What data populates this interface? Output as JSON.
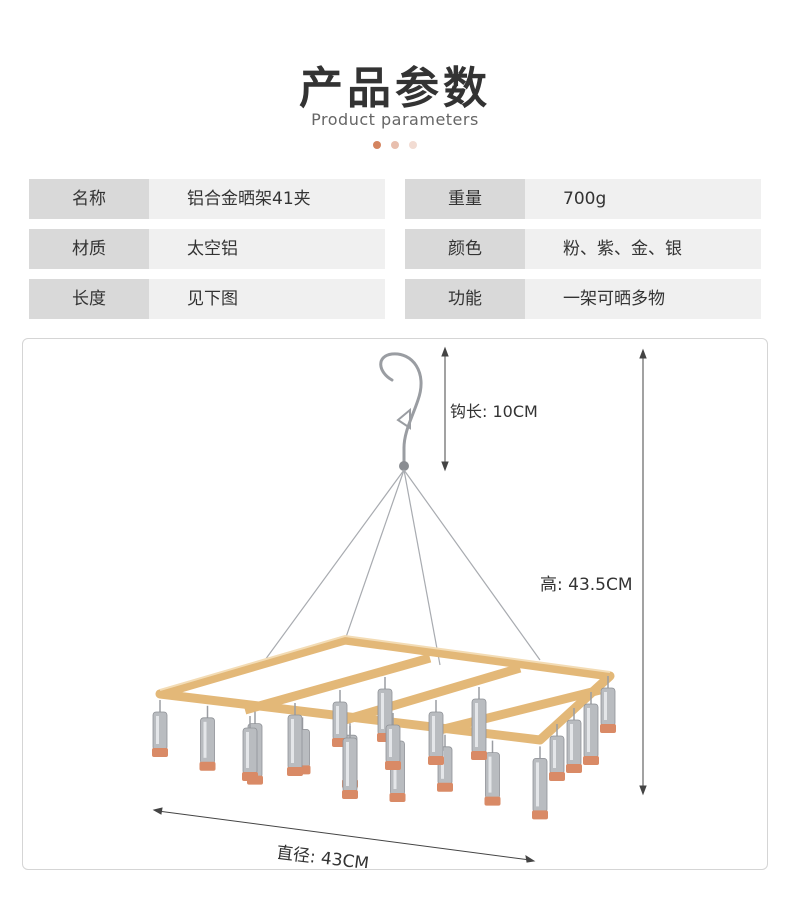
{
  "header": {
    "title": "产品参数",
    "subtitle": "Product parameters",
    "dot_colors": [
      "#d4845f",
      "#e8bfae",
      "#f2dcd3"
    ]
  },
  "params": [
    {
      "label": "名称",
      "value": "铝合金晒架41夹"
    },
    {
      "label": "重量",
      "value": "700g"
    },
    {
      "label": "材质",
      "value": "太空铝"
    },
    {
      "label": "颜色",
      "value": "粉、紫、金、银"
    },
    {
      "label": "长度",
      "value": "见下图"
    },
    {
      "label": "功能",
      "value": "一架可晒多物"
    }
  ],
  "dimensions": {
    "hook": "钩长: 10CM",
    "height": "高: 43.5CM",
    "diameter": "直径: 43CM"
  },
  "colors": {
    "frame": "#e3b878",
    "clip_tip": "#d98a66",
    "metal": "#b9bcc0"
  }
}
